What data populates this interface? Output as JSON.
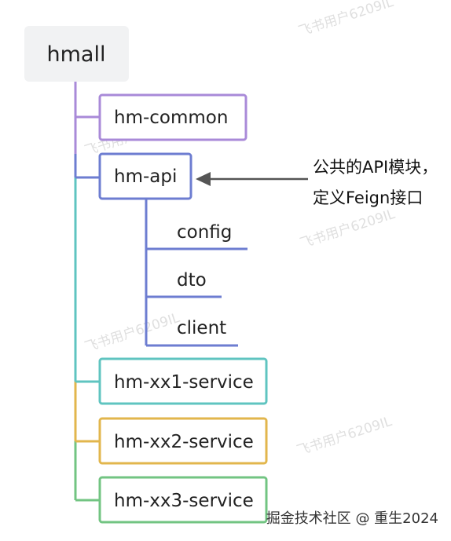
{
  "root": {
    "label": "hmall"
  },
  "modules": [
    {
      "id": "common",
      "label": "hm-common",
      "color": "#a98ad8"
    },
    {
      "id": "api",
      "label": "hm-api",
      "color": "#6d7dd1"
    },
    {
      "id": "xx1",
      "label": "hm-xx1-service",
      "color": "#5fc4c0"
    },
    {
      "id": "xx2",
      "label": "hm-xx2-service",
      "color": "#e2b64c"
    },
    {
      "id": "xx3",
      "label": "hm-xx3-service",
      "color": "#72c482"
    }
  ],
  "api_children": [
    {
      "label": "config"
    },
    {
      "label": "dto"
    },
    {
      "label": "client"
    }
  ],
  "annotation": {
    "line1": "公共的API模块，",
    "line2": "定义Feign接口"
  },
  "watermark": "飞书用户6209IL",
  "footer": "掘金技术社区 @ 重生2024",
  "colors": {
    "root_bg": "#f1f2f3",
    "arrow": "#555555"
  }
}
